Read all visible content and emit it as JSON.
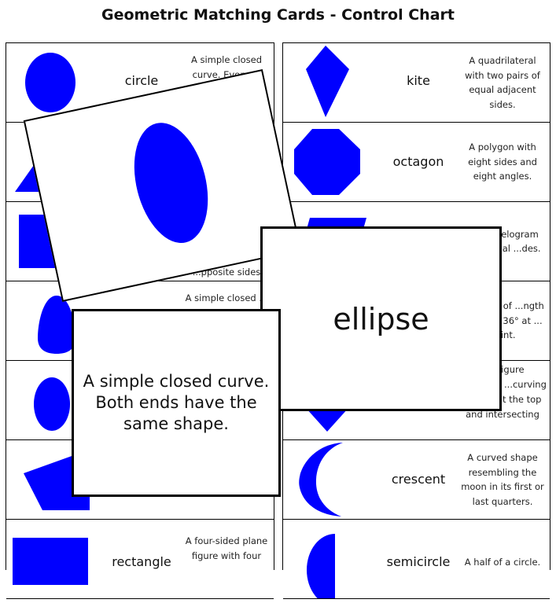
{
  "title": "Geometric Matching Cards - Control Chart",
  "colors": {
    "shape_fill": "#0000ff",
    "border": "#000000",
    "background": "#ffffff"
  },
  "chart": {
    "left_rows": [
      {
        "shape_icon": "circle-icon",
        "name": "circle",
        "definition": "A simple closed curve. Every ..."
      },
      {
        "shape_icon": "triangle-icon",
        "name": "",
        "definition": ""
      },
      {
        "shape_icon": "square-icon",
        "name": "",
        "definition": "...pposite sides"
      },
      {
        "shape_icon": "oval-icon",
        "name": "",
        "definition": "A simple closed ..."
      },
      {
        "shape_icon": "ellipse-icon",
        "name": "",
        "definition": ""
      },
      {
        "shape_icon": "pentagon-icon",
        "name": "",
        "definition": ""
      },
      {
        "shape_icon": "rectangle-icon",
        "name": "rectangle",
        "definition": "A four-sided plane figure with four"
      }
    ],
    "right_rows": [
      {
        "shape_icon": "kite-icon",
        "name": "kite",
        "definition": "A quadrilateral with two pairs of equal adjacent sides."
      },
      {
        "shape_icon": "octagon-icon",
        "name": "octagon",
        "definition": "A polygon with eight sides and eight angles."
      },
      {
        "shape_icon": "rhombus-icon",
        "name": "",
        "definition": "A parallelogram ...ur equal ...des."
      },
      {
        "shape_icon": "star-icon",
        "name": "",
        "definition": "... points of ...ngth and ...of 36° at ... point."
      },
      {
        "shape_icon": "heart-icon",
        "name": "",
        "definition": "...e figure ...ounded ...curving inward at the top and intersecting"
      },
      {
        "shape_icon": "crescent-icon",
        "name": "crescent",
        "definition": "A curved shape resembling the moon in its first or last quarters."
      },
      {
        "shape_icon": "semicircle-icon",
        "name": "semicircle",
        "definition": "A half of a circle."
      }
    ]
  },
  "cards": {
    "picture_card": {
      "shape_icon": "ellipse-icon"
    },
    "label_card": {
      "label": "ellipse"
    },
    "definition_card": {
      "text": "A simple closed curve. Both ends have the same shape."
    }
  }
}
